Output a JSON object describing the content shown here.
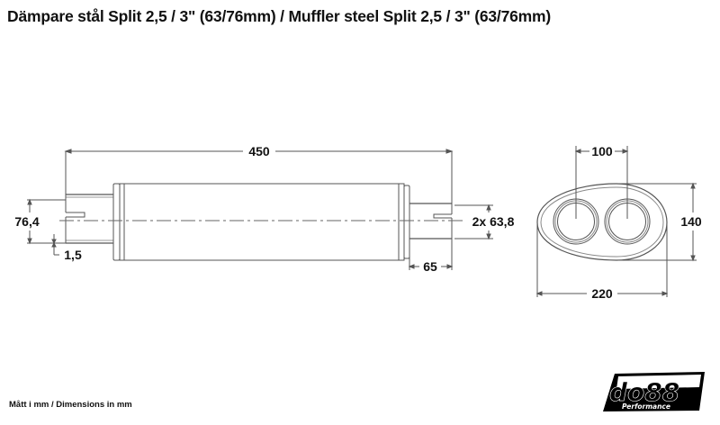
{
  "title": "Dämpare stål Split 2,5 / 3\" (63/76mm) / Muffler steel Split 2,5 / 3\" (63/76mm)",
  "side_view": {
    "overall_length": "450",
    "inlet_diameter": "76,4",
    "wall_thickness": "1,5",
    "outlet_diameter": "2x 63,8",
    "outlet_length": "65"
  },
  "end_view": {
    "outlet_spacing": "100",
    "height": "140",
    "width": "220"
  },
  "footer": {
    "units_note": "Mått i mm / Dimensions in mm"
  },
  "logo": {
    "brand": "do88",
    "tagline": "Performance"
  },
  "colors": {
    "line": "#444444",
    "text": "#111111",
    "background": "#ffffff"
  }
}
